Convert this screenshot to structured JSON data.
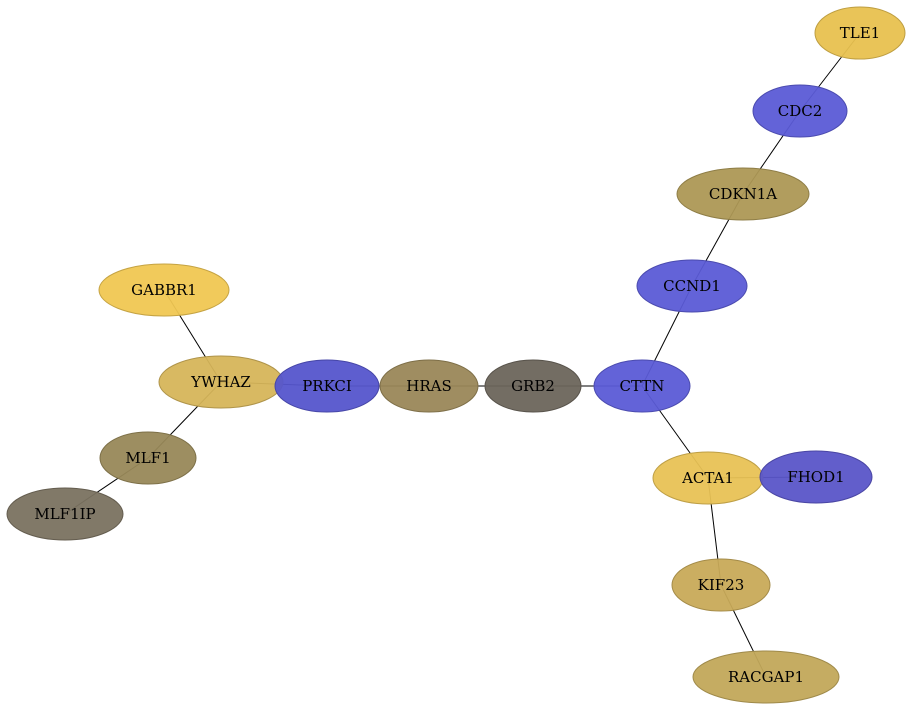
{
  "graph": {
    "nodes": [
      {
        "id": "TLE1",
        "label": "TLE1",
        "color": "#e8c14f"
      },
      {
        "id": "CDC2",
        "label": "CDC2",
        "color": "#5b5bd6"
      },
      {
        "id": "CDKN1A",
        "label": "CDKN1A",
        "color": "#ad9855"
      },
      {
        "id": "CCND1",
        "label": "CCND1",
        "color": "#5b5bd6"
      },
      {
        "id": "GABBR1",
        "label": "GABBR1",
        "color": "#f0c752"
      },
      {
        "id": "YWHAZ",
        "label": "YWHAZ",
        "color": "#d6b55a"
      },
      {
        "id": "PRKCI",
        "label": "PRKCI",
        "color": "#5555cc"
      },
      {
        "id": "HRAS",
        "label": "HRAS",
        "color": "#9a8758"
      },
      {
        "id": "GRB2",
        "label": "GRB2",
        "color": "#6b655b"
      },
      {
        "id": "CTTN",
        "label": "CTTN",
        "color": "#5b5bd6"
      },
      {
        "id": "MLF1",
        "label": "MLF1",
        "color": "#988858"
      },
      {
        "id": "MLF1IP",
        "label": "MLF1IP",
        "color": "#7a7260"
      },
      {
        "id": "ACTA1",
        "label": "ACTA1",
        "color": "#e8c255"
      },
      {
        "id": "FHOD1",
        "label": "FHOD1",
        "color": "#5a55c8"
      },
      {
        "id": "KIF23",
        "label": "KIF23",
        "color": "#c8aa58"
      },
      {
        "id": "RACGAP1",
        "label": "RACGAP1",
        "color": "#c2a85a"
      }
    ],
    "edges": [
      [
        "TLE1",
        "CDC2"
      ],
      [
        "CDC2",
        "CDKN1A"
      ],
      [
        "CDKN1A",
        "CCND1"
      ],
      [
        "CCND1",
        "CTTN"
      ],
      [
        "GABBR1",
        "YWHAZ"
      ],
      [
        "YWHAZ",
        "PRKCI"
      ],
      [
        "PRKCI",
        "HRAS"
      ],
      [
        "HRAS",
        "GRB2"
      ],
      [
        "GRB2",
        "CTTN"
      ],
      [
        "YWHAZ",
        "MLF1"
      ],
      [
        "MLF1",
        "MLF1IP"
      ],
      [
        "CTTN",
        "ACTA1"
      ],
      [
        "ACTA1",
        "FHOD1"
      ],
      [
        "ACTA1",
        "KIF23"
      ],
      [
        "KIF23",
        "RACGAP1"
      ]
    ]
  }
}
